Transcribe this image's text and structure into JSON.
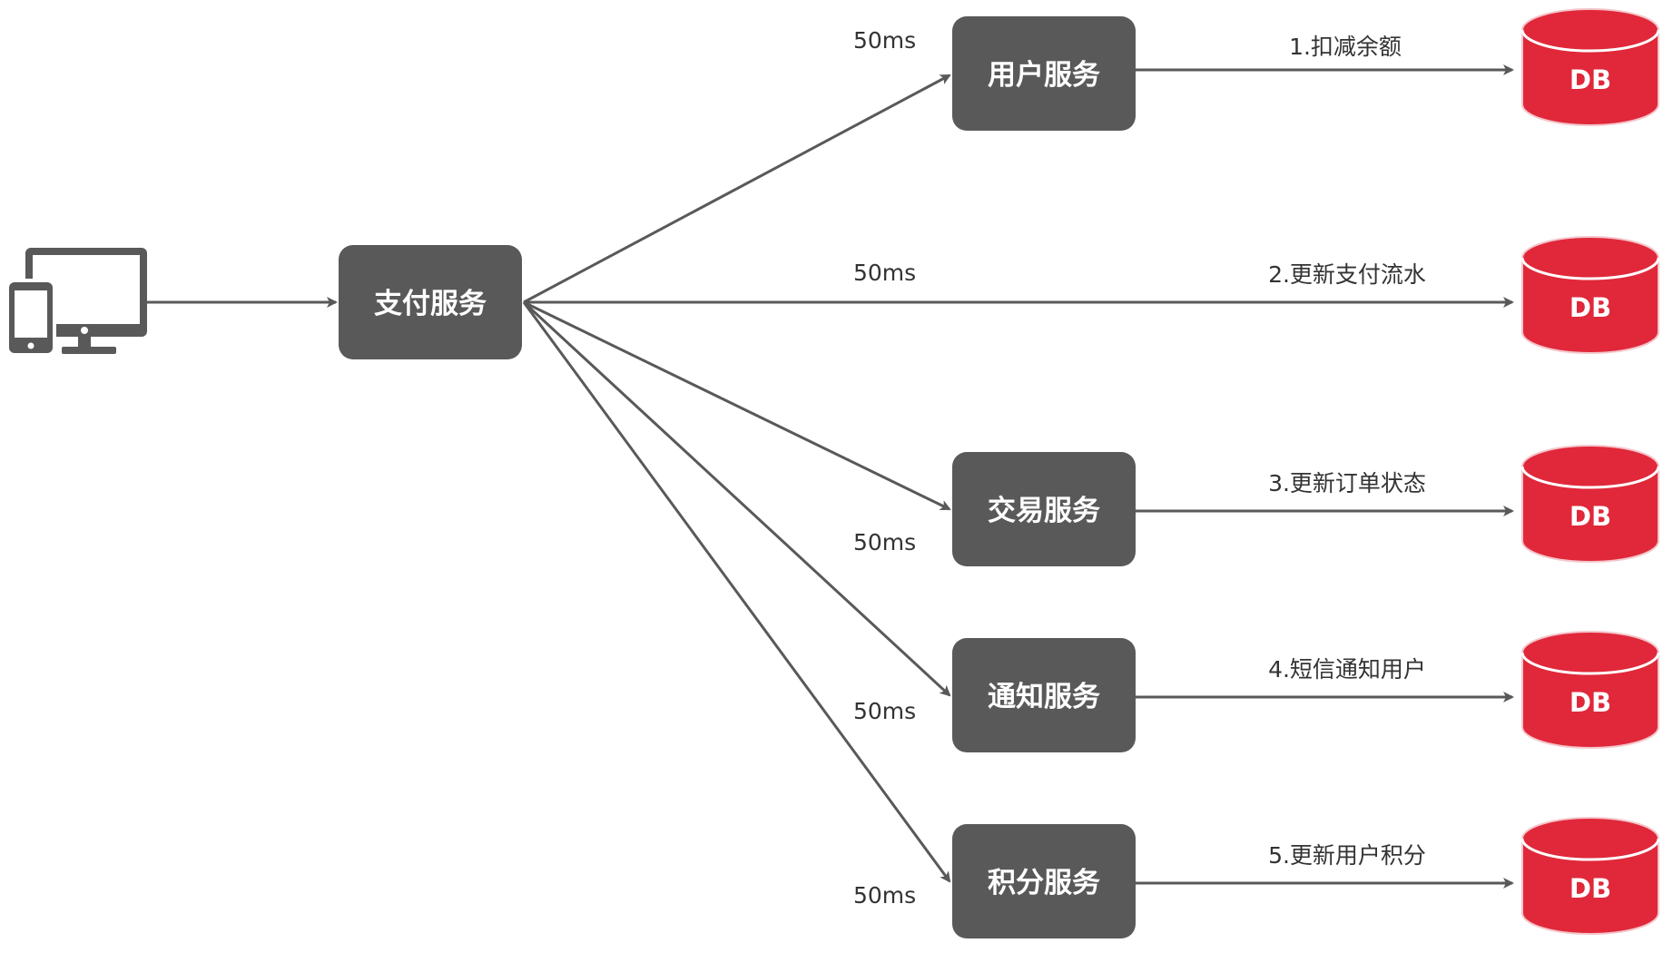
{
  "colors": {
    "box_fill": "#595959",
    "db_fill": "#e0283a",
    "db_rim": "#ffffff",
    "line": "#595959",
    "text_dark": "#333333"
  },
  "client": {
    "icon": "devices-icon"
  },
  "hub": {
    "label": "支付服务"
  },
  "services": [
    {
      "label": "用户服务",
      "latency": "50ms",
      "action": "1.扣减余额",
      "db": "DB"
    },
    {
      "label": "",
      "latency": "50ms",
      "action": "2.更新支付流水",
      "db": "DB"
    },
    {
      "label": "交易服务",
      "latency": "50ms",
      "action": "3.更新订单状态",
      "db": "DB"
    },
    {
      "label": "通知服务",
      "latency": "50ms",
      "action": "4.短信通知用户",
      "db": "DB"
    },
    {
      "label": "积分服务",
      "latency": "50ms",
      "action": "5.更新用户积分",
      "db": "DB"
    }
  ]
}
